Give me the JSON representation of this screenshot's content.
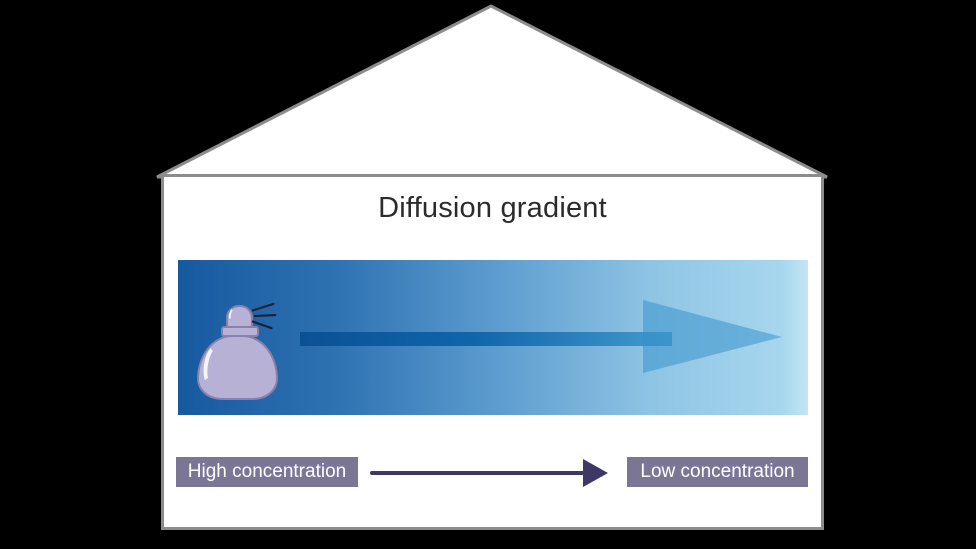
{
  "diagram": {
    "title": "Diffusion gradient",
    "background_color": "#000000",
    "house": {
      "fill": "#ffffff",
      "stroke": "#8c8c8c"
    },
    "gradient_bar": {
      "direction": "left-to-right",
      "high_end_color": "#17599f",
      "low_end_color": "#a7d7ee",
      "arrow_color": "#2e82c0"
    },
    "bottle": {
      "icon": "perfume-spray-bottle-icon",
      "fill": "#b7b2d5",
      "outline": "#8781ad",
      "spray_lines_color": "#1d1d33"
    },
    "legend": {
      "high_label": "High concentration",
      "low_label": "Low concentration",
      "label_bg": "#7b7696",
      "label_text_color": "#ffffff",
      "arrow_icon": "arrow-right-icon",
      "arrow_color": "#3e3866"
    }
  }
}
